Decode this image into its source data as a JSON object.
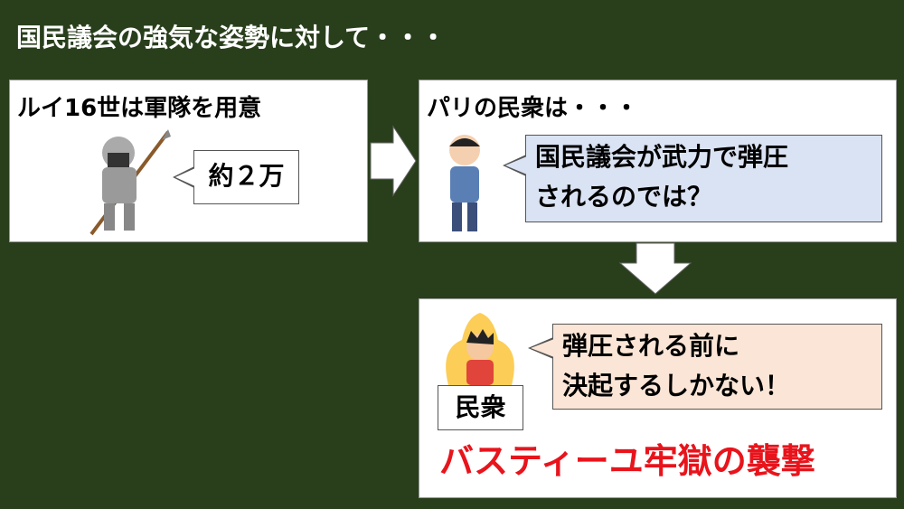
{
  "title": "国民議会の強気な姿勢に対して・・・",
  "box1": {
    "heading": "ルイ16世は軍隊を用意",
    "bubble": "約２万"
  },
  "box2": {
    "heading": "パリの民衆は・・・",
    "bubble_line1": "国民議会が武力で弾圧",
    "bubble_line2": "されるのでは？"
  },
  "box3": {
    "label": "民衆",
    "bubble_line1": "弾圧される前に",
    "bubble_line2": "決起するしかない！",
    "conclusion": "バスティーユ牢獄の襲撃"
  },
  "colors": {
    "background": "#293f1c",
    "blue_bubble": "#dae3f3",
    "peach_bubble": "#fbe5d6",
    "conclusion": "#e8141c"
  }
}
